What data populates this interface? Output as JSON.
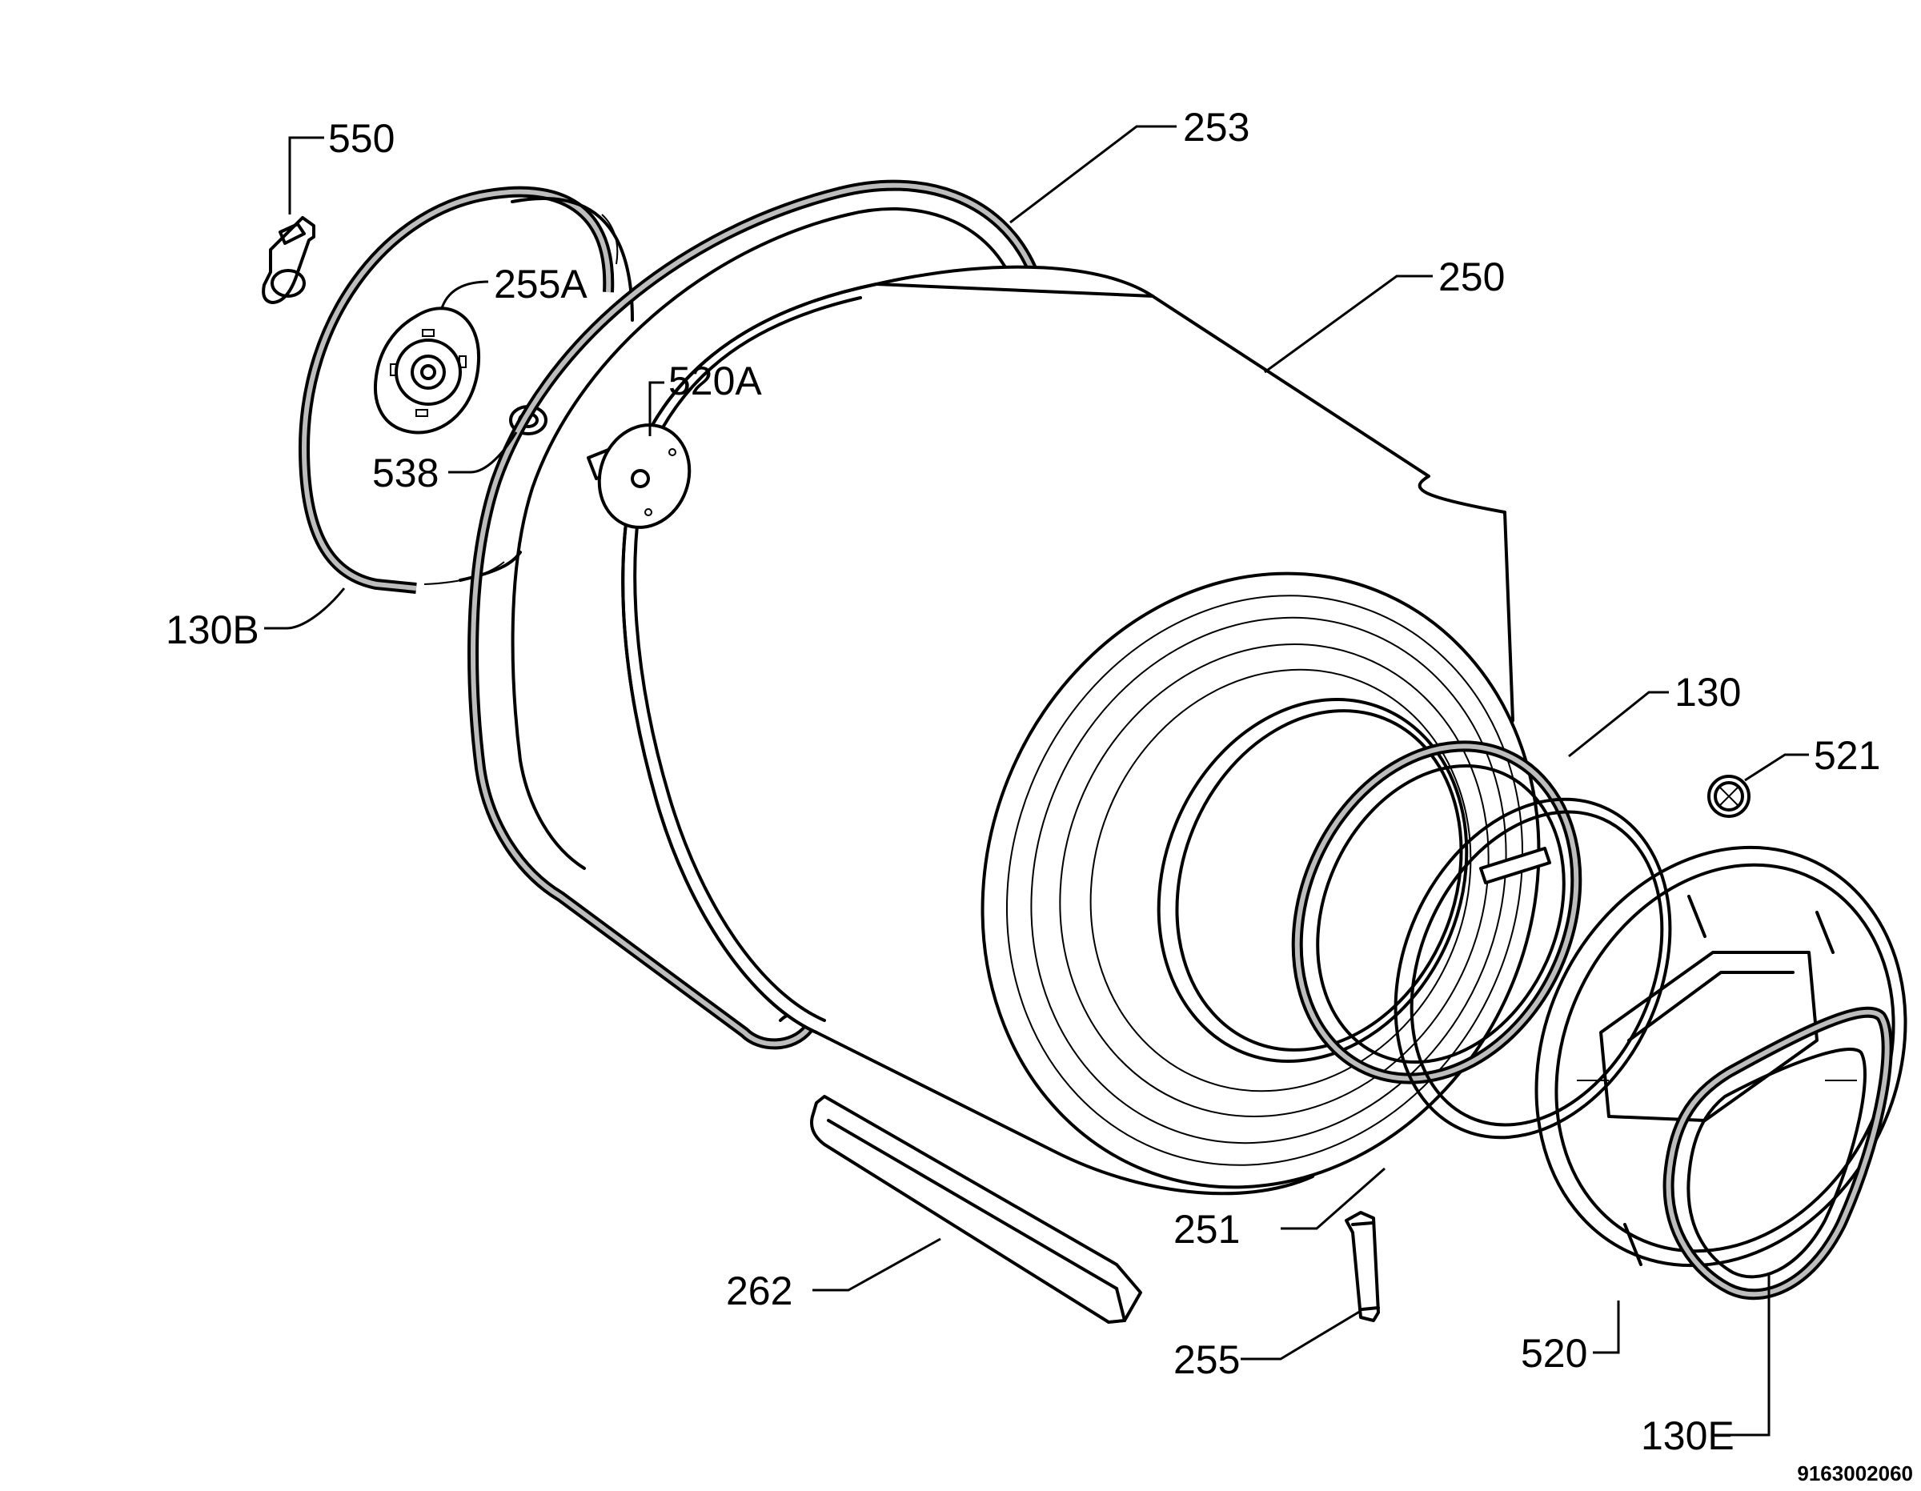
{
  "callouts": {
    "p550": "550",
    "p255A": "255A",
    "p538": "538",
    "p130B": "130B",
    "p253": "253",
    "p520A": "520A",
    "p250": "250",
    "p130": "130",
    "p521": "521",
    "p251": "251",
    "p262": "262",
    "p255": "255",
    "p520": "520",
    "p130E": "130E"
  },
  "drawing_code": "9163002060"
}
